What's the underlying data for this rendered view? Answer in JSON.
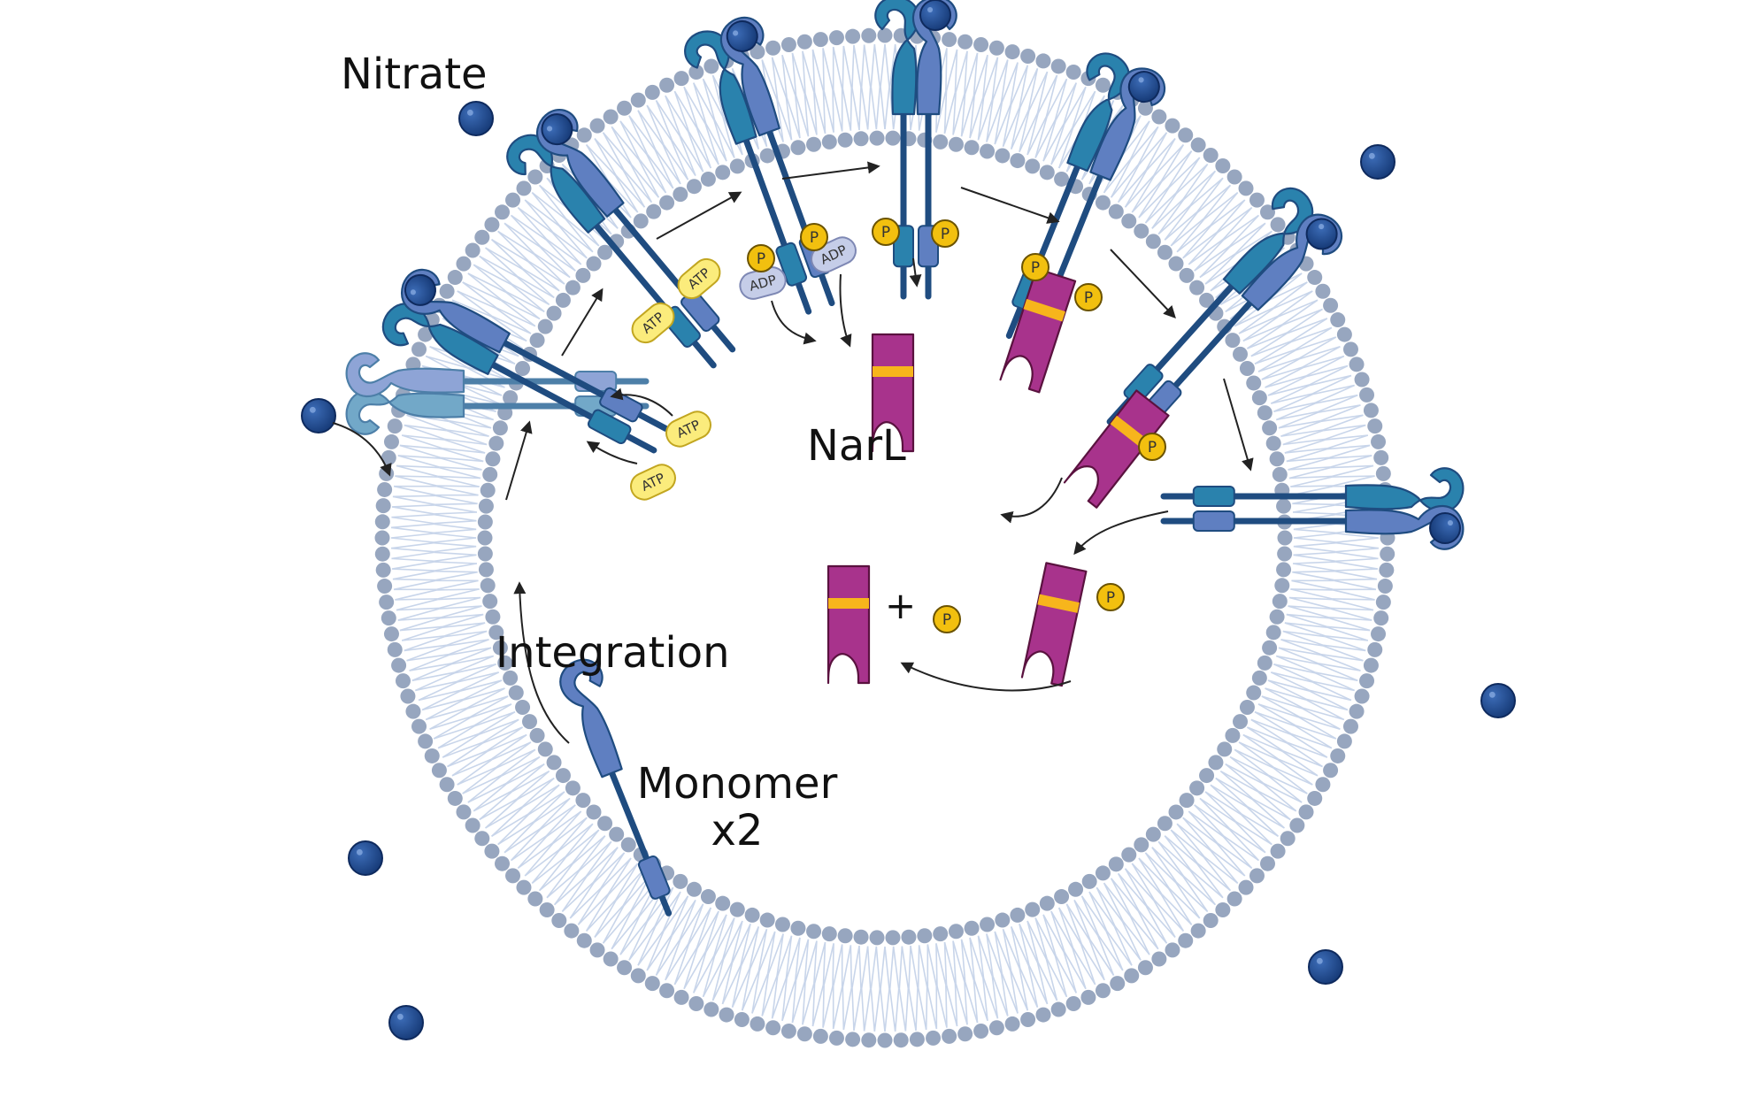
{
  "labels": {
    "nitrate": "Nitrate",
    "narl": "NarL",
    "integration": "Integration",
    "monomer_line1": "Monomer",
    "monomer_line2": "x2",
    "plus": "+"
  },
  "tags": {
    "atp": "ATP",
    "adp": "ADP",
    "phosphate": "P"
  },
  "colors": {
    "membrane_head": "#97a6bf",
    "membrane_tail": "#c8d5ea",
    "nitrate_ball": "#1d4487",
    "receptor_teal": "#2a82ad",
    "receptor_blue": "#5f7fc1",
    "receptor_dark": "#1f4c80",
    "narl_magenta": "#a8338c",
    "narl_band": "#f7b51c",
    "atp_fill": "#fbec7c",
    "adp_fill": "#c5cde8",
    "phosphate_fill": "#f2c00f",
    "arrow": "#222222"
  }
}
